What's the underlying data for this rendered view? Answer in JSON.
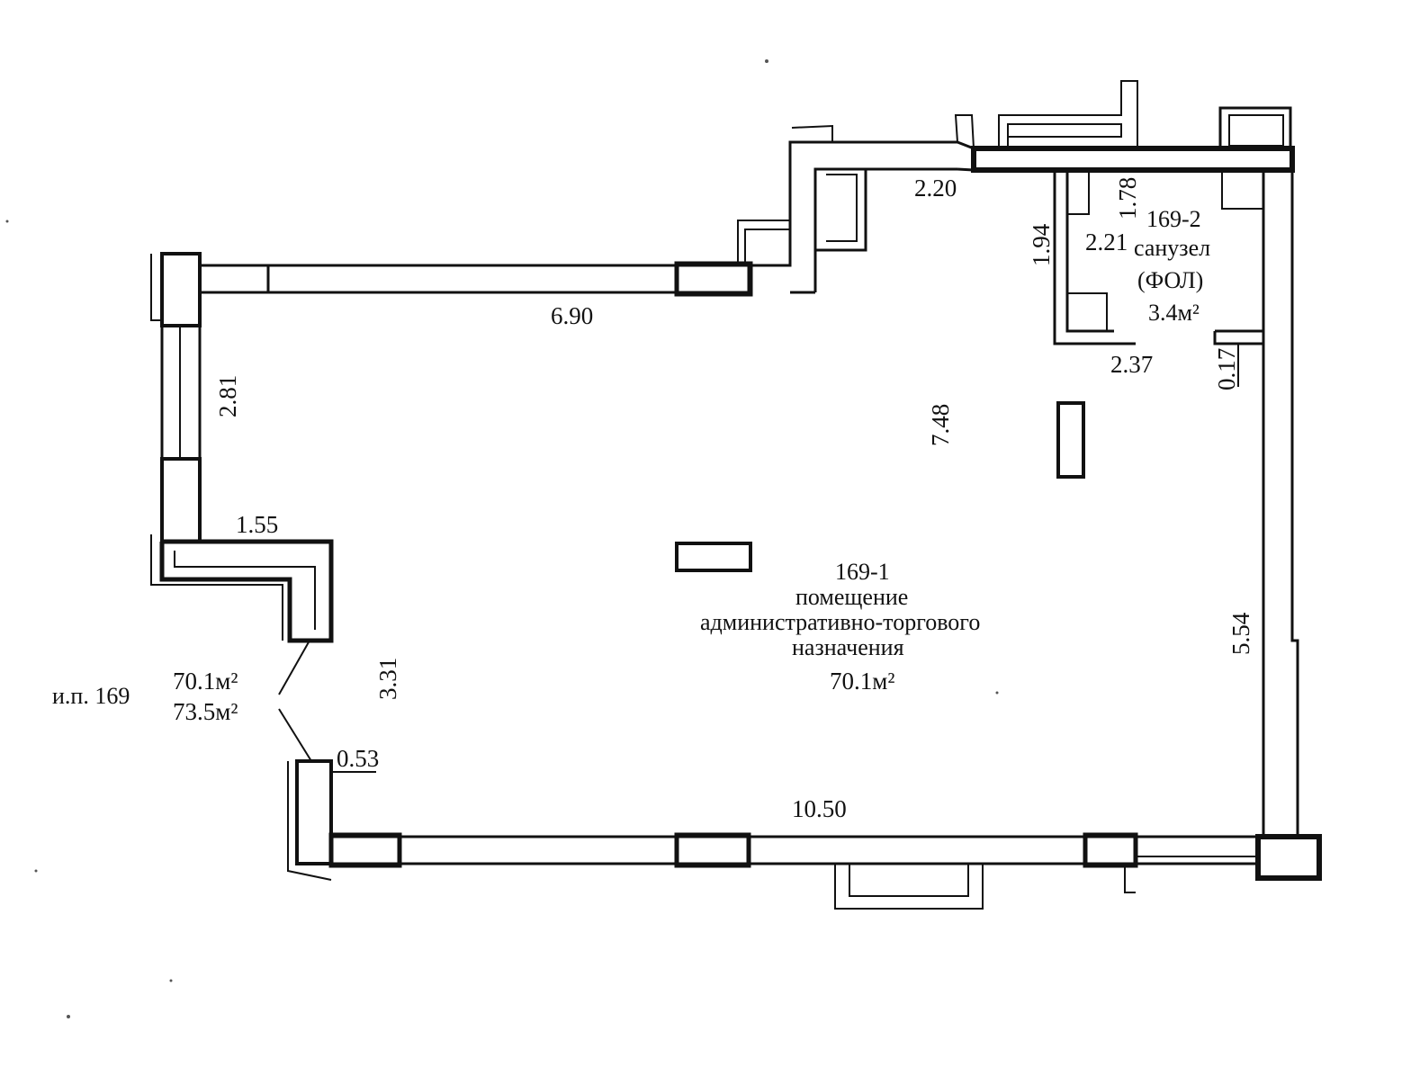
{
  "plan": {
    "building_unit": "и.п. 169",
    "unit_area_1": "70.1м²",
    "unit_area_2": "73.5м²",
    "rooms": {
      "main": {
        "number": "169-1",
        "name_line1": "помещение",
        "name_line2": "административно-торгового",
        "name_line3": "назначения",
        "area": "70.1м²"
      },
      "wc": {
        "number": "169-2",
        "name": "санузел",
        "note": "(ФОЛ)",
        "area": "3.4м²"
      }
    },
    "dimensions": {
      "top_left_wall": "6.90",
      "top_notch": "2.20",
      "left_upper": "2.81",
      "left_step": "1.55",
      "left_lower": "3.31",
      "door_jamb": "0.53",
      "bottom_wall": "10.50",
      "right_wall": "5.54",
      "right_offset": "0.17",
      "depth": "7.48",
      "wc_top": "1.78",
      "wc_left": "1.94",
      "wc_width": "2.21",
      "wc_bottom": "2.37"
    },
    "colors": {
      "ink": "#111111",
      "paper": "#ffffff"
    }
  }
}
